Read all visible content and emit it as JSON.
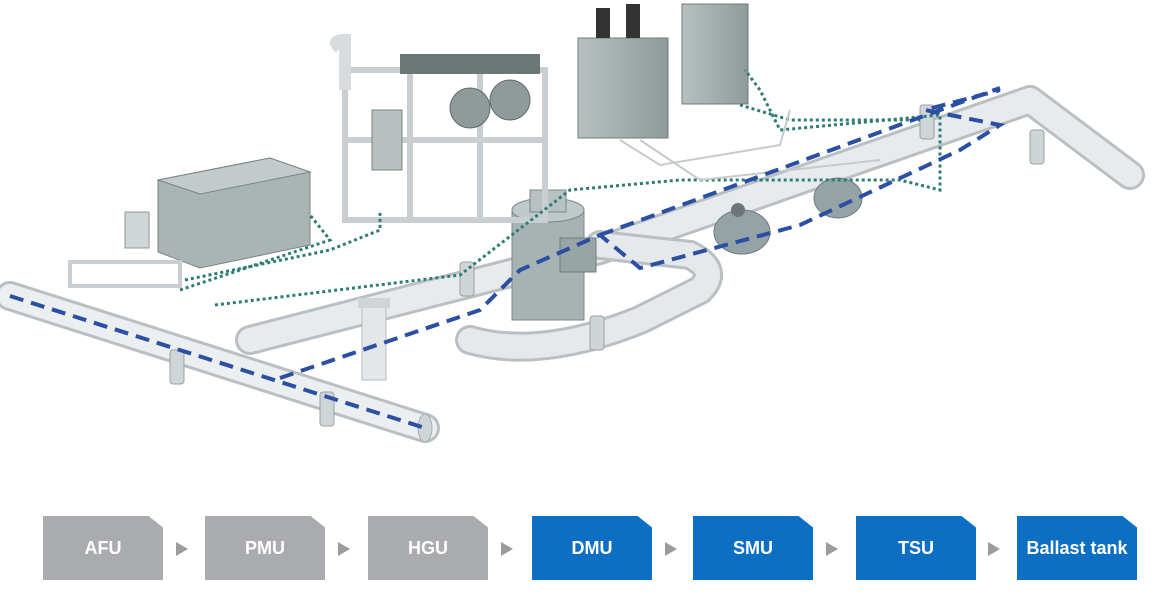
{
  "colors": {
    "pipe": "#e3e6e8",
    "pipe_shade": "#c4c9cc",
    "main_flow_line": "#2b4fa3",
    "signal_line": "#2e7d74",
    "cabinet": "#a9b3b2",
    "frame": "#d9dde0",
    "step_gray": "#a9abae",
    "step_blue": "#0d6fc4"
  },
  "process_steps": [
    {
      "label": "AFU",
      "style": "gray"
    },
    {
      "label": "PMU",
      "style": "gray"
    },
    {
      "label": "HGU",
      "style": "gray"
    },
    {
      "label": "DMU",
      "style": "blue"
    },
    {
      "label": "SMU",
      "style": "blue"
    },
    {
      "label": "TSU",
      "style": "blue"
    },
    {
      "label": "Ballast tank",
      "style": "blue"
    }
  ],
  "icons": {
    "step_arrow": "triangle-right-icon"
  }
}
